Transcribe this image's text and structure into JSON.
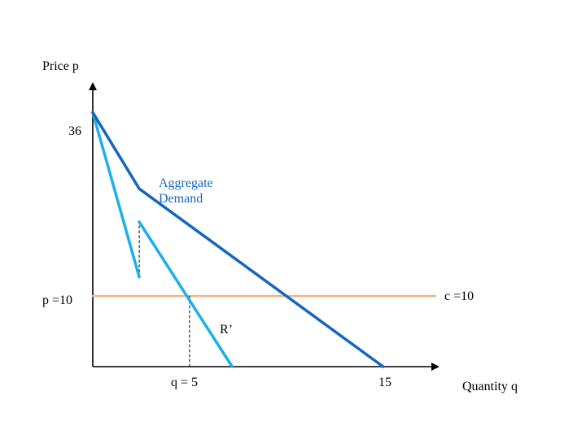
{
  "chart_data": {
    "type": "line",
    "ylabel": "Price p",
    "xlabel": "Quantity q",
    "xlim": [
      0,
      17.7
    ],
    "ylim": [
      0,
      41
    ],
    "y_tick_labels": [
      {
        "value": 36,
        "label": "36"
      },
      {
        "value": 10,
        "label": "p =10"
      }
    ],
    "x_tick_labels": [
      {
        "value": 5,
        "label": "q = 5"
      },
      {
        "value": 15,
        "label": "15"
      }
    ],
    "series": [
      {
        "name": "Aggregate Demand",
        "label": "Aggregate\nDemand",
        "color": "#1565c0",
        "points": [
          [
            0,
            36
          ],
          [
            2.4,
            25.2
          ],
          [
            15,
            0
          ]
        ]
      },
      {
        "name": "R'",
        "color": "#1ab0e8",
        "segments": [
          [
            [
              0,
              36
            ],
            [
              2.4,
              12.7
            ]
          ],
          [
            [
              2.4,
              20.5
            ],
            [
              7.2,
              0
            ]
          ]
        ]
      },
      {
        "name": "c =10",
        "color": "#f4b183",
        "points": [
          [
            0,
            10
          ],
          [
            17.7,
            10
          ]
        ]
      }
    ],
    "annotations": [
      {
        "text": "R’",
        "x": 7,
        "y": 5.3,
        "color": "#000000"
      },
      {
        "text": "c =10",
        "x": 18.7,
        "y": 10.3,
        "color": "#000000"
      }
    ],
    "dashed_guides": [
      {
        "x": 5,
        "y_from": 0,
        "y_to": 10
      },
      {
        "x": 2.4,
        "y_from": 12.7,
        "y_to": 20.5
      }
    ]
  }
}
